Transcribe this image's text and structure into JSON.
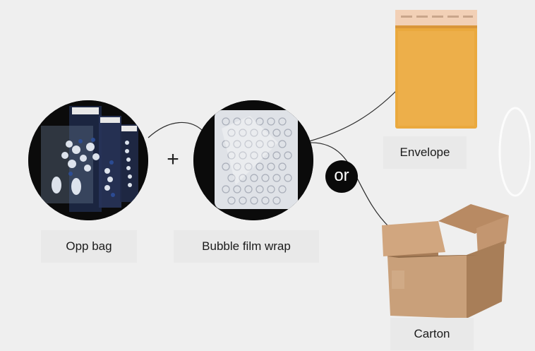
{
  "items": {
    "opp_bag": {
      "label": "Opp bag"
    },
    "plus_sign": "+",
    "bubble_wrap": {
      "label": "Bubble film wrap"
    },
    "or_badge": "or",
    "envelope": {
      "label": "Envelope"
    },
    "carton": {
      "label": "Carton"
    }
  },
  "colors": {
    "background": "#efefef",
    "circle_fill": "#0b0b0b",
    "envelope_kraft": "#eaa93e",
    "carton_cardboard": "#c49a72"
  },
  "icons": [
    "jewelry-photo",
    "bubble-wrap-photo",
    "padded-envelope-photo",
    "cardboard-box-photo"
  ]
}
